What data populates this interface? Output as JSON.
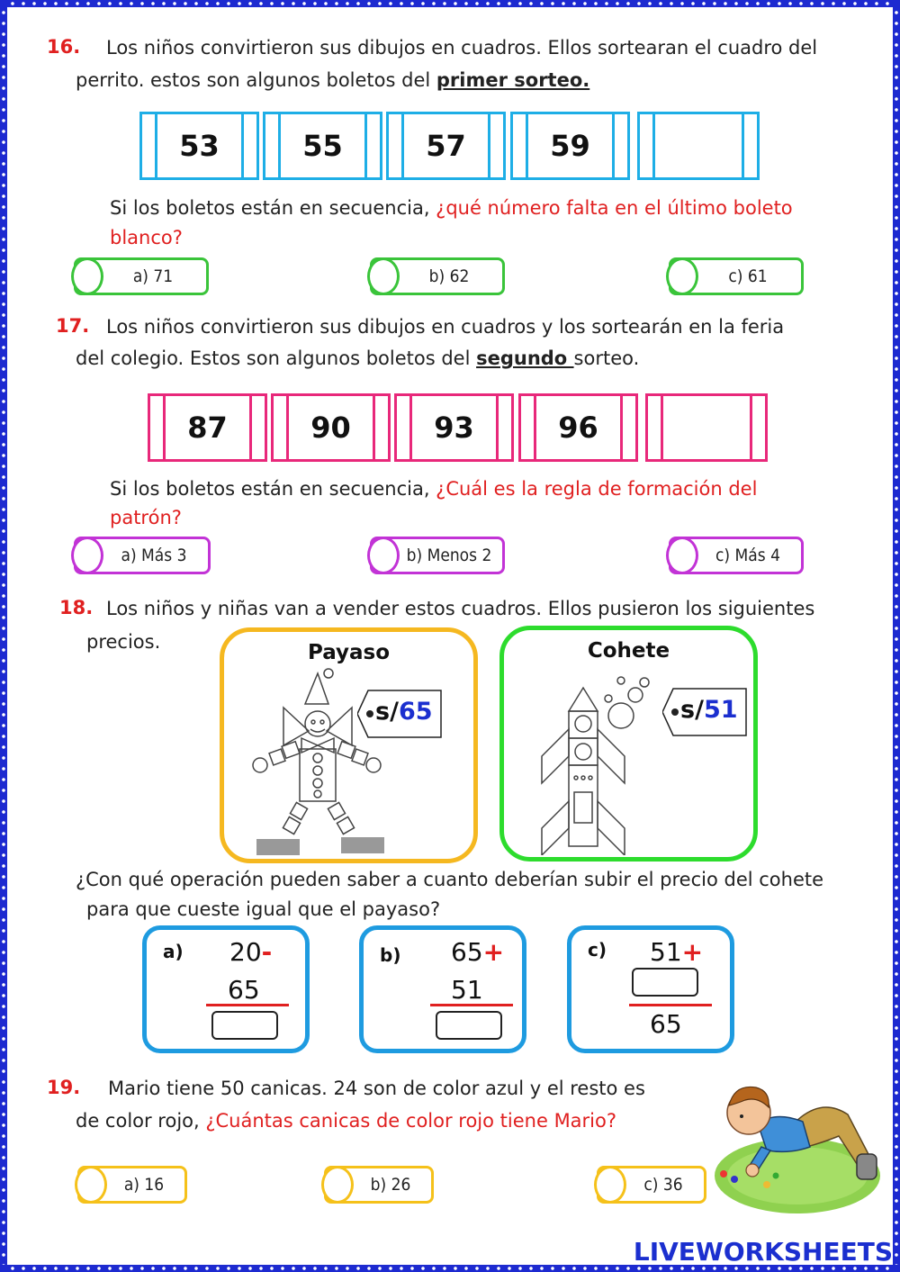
{
  "q16": {
    "number": "16.",
    "text_line1": "Los niños convirtieron sus dibujos en cuadros. Ellos sortearan el cuadro del",
    "text_line2_pre": "perrito. estos son algunos boletos del ",
    "text_line2_emph": "primer sorteo.",
    "tickets": [
      "53",
      "55",
      "57",
      "59",
      ""
    ],
    "question_pre": "Si los boletos están en secuencia, ",
    "question_red_line1": "¿qué número falta en el último boleto",
    "question_red_line2": "blanco?",
    "options": [
      "a) 71",
      "b) 62",
      "c) 61"
    ]
  },
  "q17": {
    "number": "17.",
    "text_line1": "Los niños convirtieron sus dibujos en cuadros y los sortearán en la feria",
    "text_line2_pre": "del colegio. Estos son algunos boletos del ",
    "text_line2_emph": "segundo ",
    "text_line2_post": "sorteo.",
    "tickets": [
      "87",
      "90",
      "93",
      "96",
      ""
    ],
    "question_pre": "Si los boletos están en secuencia, ",
    "question_red_line1": "¿Cuál es la regla de formación del",
    "question_red_line2": "patrón?",
    "options": [
      "a) Más 3",
      "b) Menos 2",
      "c) Más 4"
    ]
  },
  "q18": {
    "number": "18.",
    "text_line1": "Los niños y niñas van a vender estos cuadros. Ellos pusieron los siguientes",
    "text_line2": "precios.",
    "cards": [
      {
        "title": "Payaso",
        "currency": "s/",
        "price": "65"
      },
      {
        "title": "Cohete",
        "currency": "s/",
        "price": "51"
      }
    ],
    "question_line1": "¿Con qué operación pueden saber a cuanto deberían subir el precio del cohete",
    "question_line2": "para que cueste igual que el payaso?",
    "operations": [
      {
        "label": "a)",
        "top": "20",
        "sign": "-",
        "bottom": "65"
      },
      {
        "label": "b)",
        "top": "65",
        "sign": "+",
        "bottom": "51"
      },
      {
        "label": "c)",
        "top": "51",
        "sign": "+",
        "result": "65"
      }
    ]
  },
  "q19": {
    "number": "19.",
    "text_line1": "Mario tiene 50 canicas.  24 son de color azul y el resto es",
    "text_line2_pre": "de color rojo, ",
    "text_line2_red": "¿Cuántas canicas de color rojo tiene Mario?",
    "options": [
      "a) 16",
      "b) 26",
      "c) 36"
    ]
  },
  "colors": {
    "frame": "#1d2ad0",
    "q16": "#1eaee6",
    "q17": "#e8287a",
    "opt16": "#3ac43a",
    "opt17": "#c233d6",
    "opt19": "#f5c11a",
    "card_payaso": "#f5b820",
    "card_cohete": "#2ddc2d",
    "question_red": "#e02020"
  },
  "watermark": "LIVEWORKSHEETS"
}
